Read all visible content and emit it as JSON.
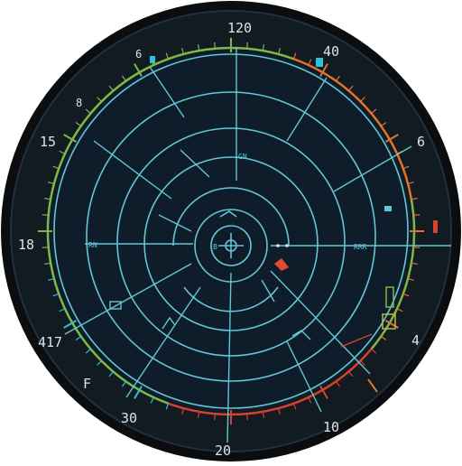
{
  "scope": {
    "bezel_labels": [
      {
        "id": "top",
        "text": "120"
      },
      {
        "id": "upper-right",
        "text": "40"
      },
      {
        "id": "right-upper",
        "text": "6"
      },
      {
        "id": "right-lower",
        "text": "4"
      },
      {
        "id": "lower-right",
        "text": "10"
      },
      {
        "id": "bottom",
        "text": "20"
      },
      {
        "id": "lower-left",
        "text": "30"
      },
      {
        "id": "left-lower-f",
        "text": "F"
      },
      {
        "id": "left-lower",
        "text": "417"
      },
      {
        "id": "left",
        "text": "18"
      },
      {
        "id": "left-upper",
        "text": "15"
      },
      {
        "id": "upper-left-small",
        "text": "8"
      },
      {
        "id": "top-left-small",
        "text": "6"
      }
    ],
    "inner_labels": [
      {
        "id": "north-marker",
        "text": "GN"
      },
      {
        "id": "west-readout",
        "text": "RN"
      },
      {
        "id": "east-readout",
        "text": "RRR"
      },
      {
        "id": "sw-marker",
        "text": "B"
      }
    ],
    "colors": {
      "screen": "#0f1d2a",
      "rim": "#111417",
      "grid": "#63c6d6",
      "text": "#d8e4ea",
      "tick_green": "#7fb84a",
      "tick_orange": "#e0742c",
      "tick_red": "#d8412e",
      "tick_cyan": "#32c0d8",
      "target": "#e04a2e",
      "marker_yellow": "#c7b83c"
    },
    "icons": [
      "center-crosshair-icon",
      "target-blip-icon",
      "contact-marker-icon"
    ]
  }
}
